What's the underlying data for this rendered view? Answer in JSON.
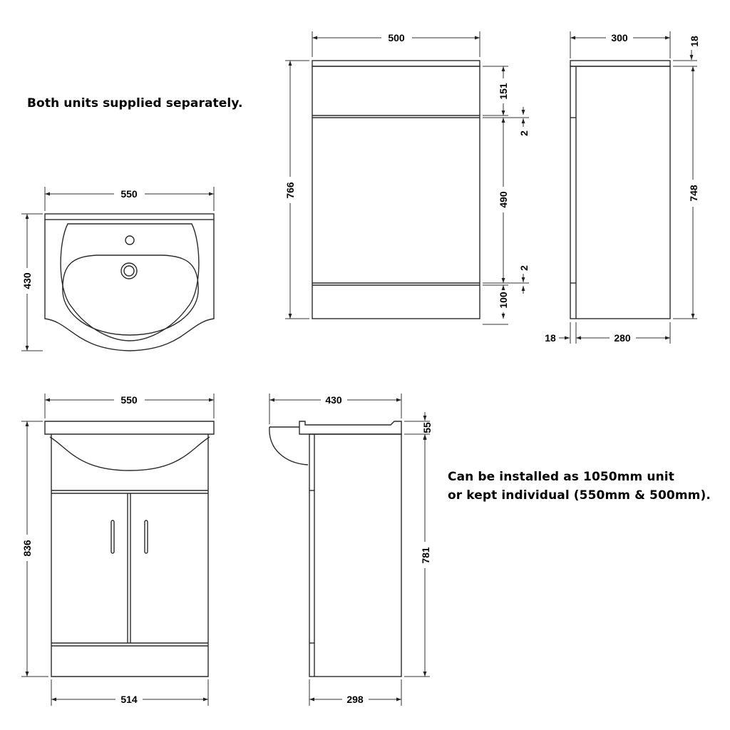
{
  "notes": {
    "separate": "Both units supplied separately.",
    "install_line1": "Can be installed as 1050mm unit",
    "install_line2": "or kept individual (550mm & 500mm)."
  },
  "basin_top": {
    "width": "550",
    "depth": "430"
  },
  "wc_front": {
    "width": "500",
    "height": "766",
    "top_panel": "151",
    "gap_top": "2",
    "door": "490",
    "gap_bottom": "2",
    "plinth": "100"
  },
  "wc_side": {
    "depth": "300",
    "top_thickness": "18",
    "height": "748",
    "side_panel": "18",
    "body_depth": "280"
  },
  "vanity_front": {
    "top_width": "550",
    "height": "836",
    "base_width": "514"
  },
  "vanity_side": {
    "depth": "430",
    "top_thickness": "55",
    "height": "781",
    "base_depth": "298"
  }
}
